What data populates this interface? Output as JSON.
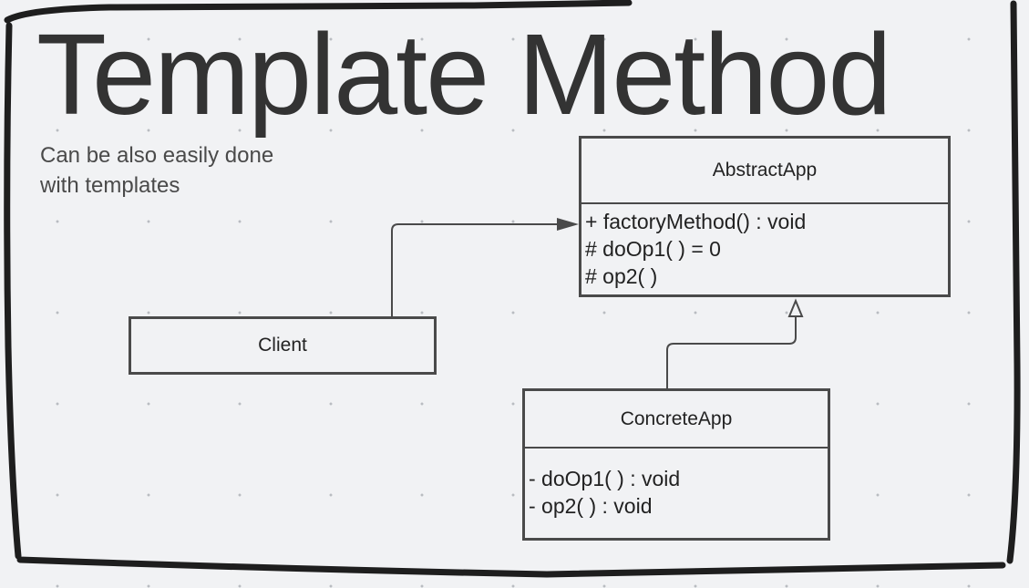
{
  "diagram": {
    "title": "Template Method",
    "subtitle_lines": [
      "Can be also easily done",
      "with templates"
    ],
    "classes": {
      "abstract_app": {
        "name": "AbstractApp",
        "members": [
          "+ factoryMethod() : void",
          "# doOp1( ) = 0",
          "# op2( )"
        ]
      },
      "client": {
        "name": "Client"
      },
      "concrete_app": {
        "name": "ConcreteApp",
        "members": [
          "- doOp1( ) : void",
          "- op2( ) : void"
        ]
      }
    },
    "relations": [
      {
        "from": "Client",
        "to": "AbstractApp",
        "kind": "association"
      },
      {
        "from": "ConcreteApp",
        "to": "AbstractApp",
        "kind": "inheritance"
      }
    ],
    "colors": {
      "background": "#f1f2f4",
      "stroke": "#4a4a4a",
      "frame": "#1e1e1e",
      "text": "#2b2b2b"
    }
  }
}
